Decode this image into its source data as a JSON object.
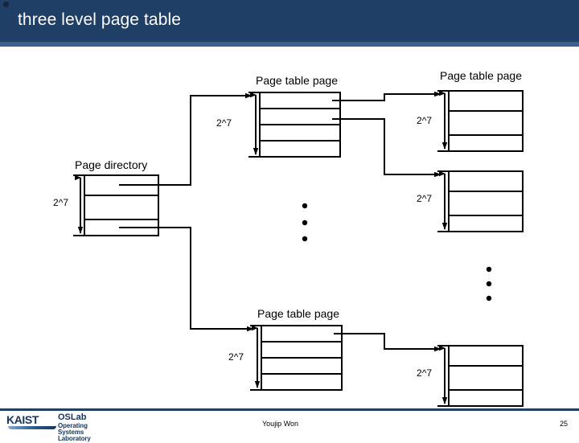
{
  "slide": {
    "title": "three level page table",
    "header_color": "#1f3f66",
    "header_stripe_color": "#3a618d",
    "background": "#ffffff"
  },
  "diagram": {
    "type": "three-level-page-table",
    "line_color": "#000000",
    "labels": {
      "page_directory": "Page directory",
      "page_table_page_top": "Page table page",
      "page_table_page_top_right": "Page table page",
      "page_table_page_bottom": "Page table page"
    },
    "dimension_labels": {
      "dir": "2^7",
      "top_center": "2^7",
      "top_right": "2^7",
      "mid_right": "2^7",
      "bottom_center": "2^7",
      "bottom_right": "2^7"
    },
    "tables": [
      {
        "id": "page-directory",
        "rows": 3,
        "label": "Page directory",
        "dim": "2^7"
      },
      {
        "id": "top-center-table",
        "rows": 4,
        "label": "Page table page",
        "dim": "2^7"
      },
      {
        "id": "top-right-table",
        "rows": 3,
        "label": "Page table page",
        "dim": "2^7"
      },
      {
        "id": "mid-right-table",
        "rows": 3,
        "label": "",
        "dim": "2^7"
      },
      {
        "id": "bottom-center-table",
        "rows": 4,
        "label": "Page table page",
        "dim": "2^7"
      },
      {
        "id": "bottom-right-table",
        "rows": 3,
        "label": "",
        "dim": "2^7"
      }
    ],
    "ellipses": [
      {
        "id": "ellipsis-center",
        "dots": 3
      },
      {
        "id": "ellipsis-right",
        "dots": 3
      }
    ]
  },
  "footer": {
    "logo_kaist": "KAIST",
    "logo_oslab_title": "OSLab",
    "logo_oslab_subtitle": "Operating Systems Laboratory",
    "author": "Youjip Won",
    "page_number": "25",
    "accent_color": "#16355f"
  }
}
